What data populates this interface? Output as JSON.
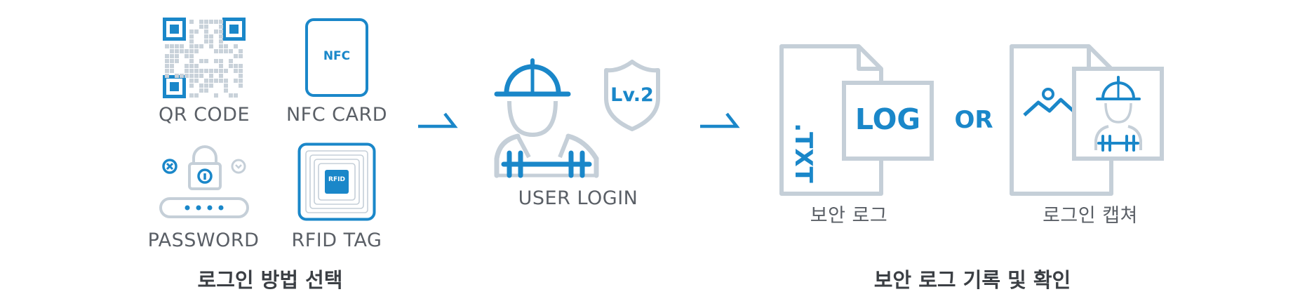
{
  "methods": {
    "qr_code": "QR CODE",
    "nfc_card": "NFC CARD",
    "nfc_chip": "NFC",
    "password": "PASSWORD",
    "rfid_tag": "RFID TAG",
    "rfid_chip": "RFID",
    "section_title": "로그인 방법 선택"
  },
  "user": {
    "label": "USER LOGIN",
    "level_badge": "Lv.2"
  },
  "outputs": {
    "log_badge": "LOG",
    "txt_label": ".TXT",
    "security_log": "보안 로그",
    "or": "OR",
    "login_capture": "로그인 캡쳐",
    "section_title": "보안 로그 기록 및 확인"
  },
  "colors": {
    "blue": "#1a87c9",
    "gray": "#c5cfd8",
    "text": "#5a5f66"
  }
}
